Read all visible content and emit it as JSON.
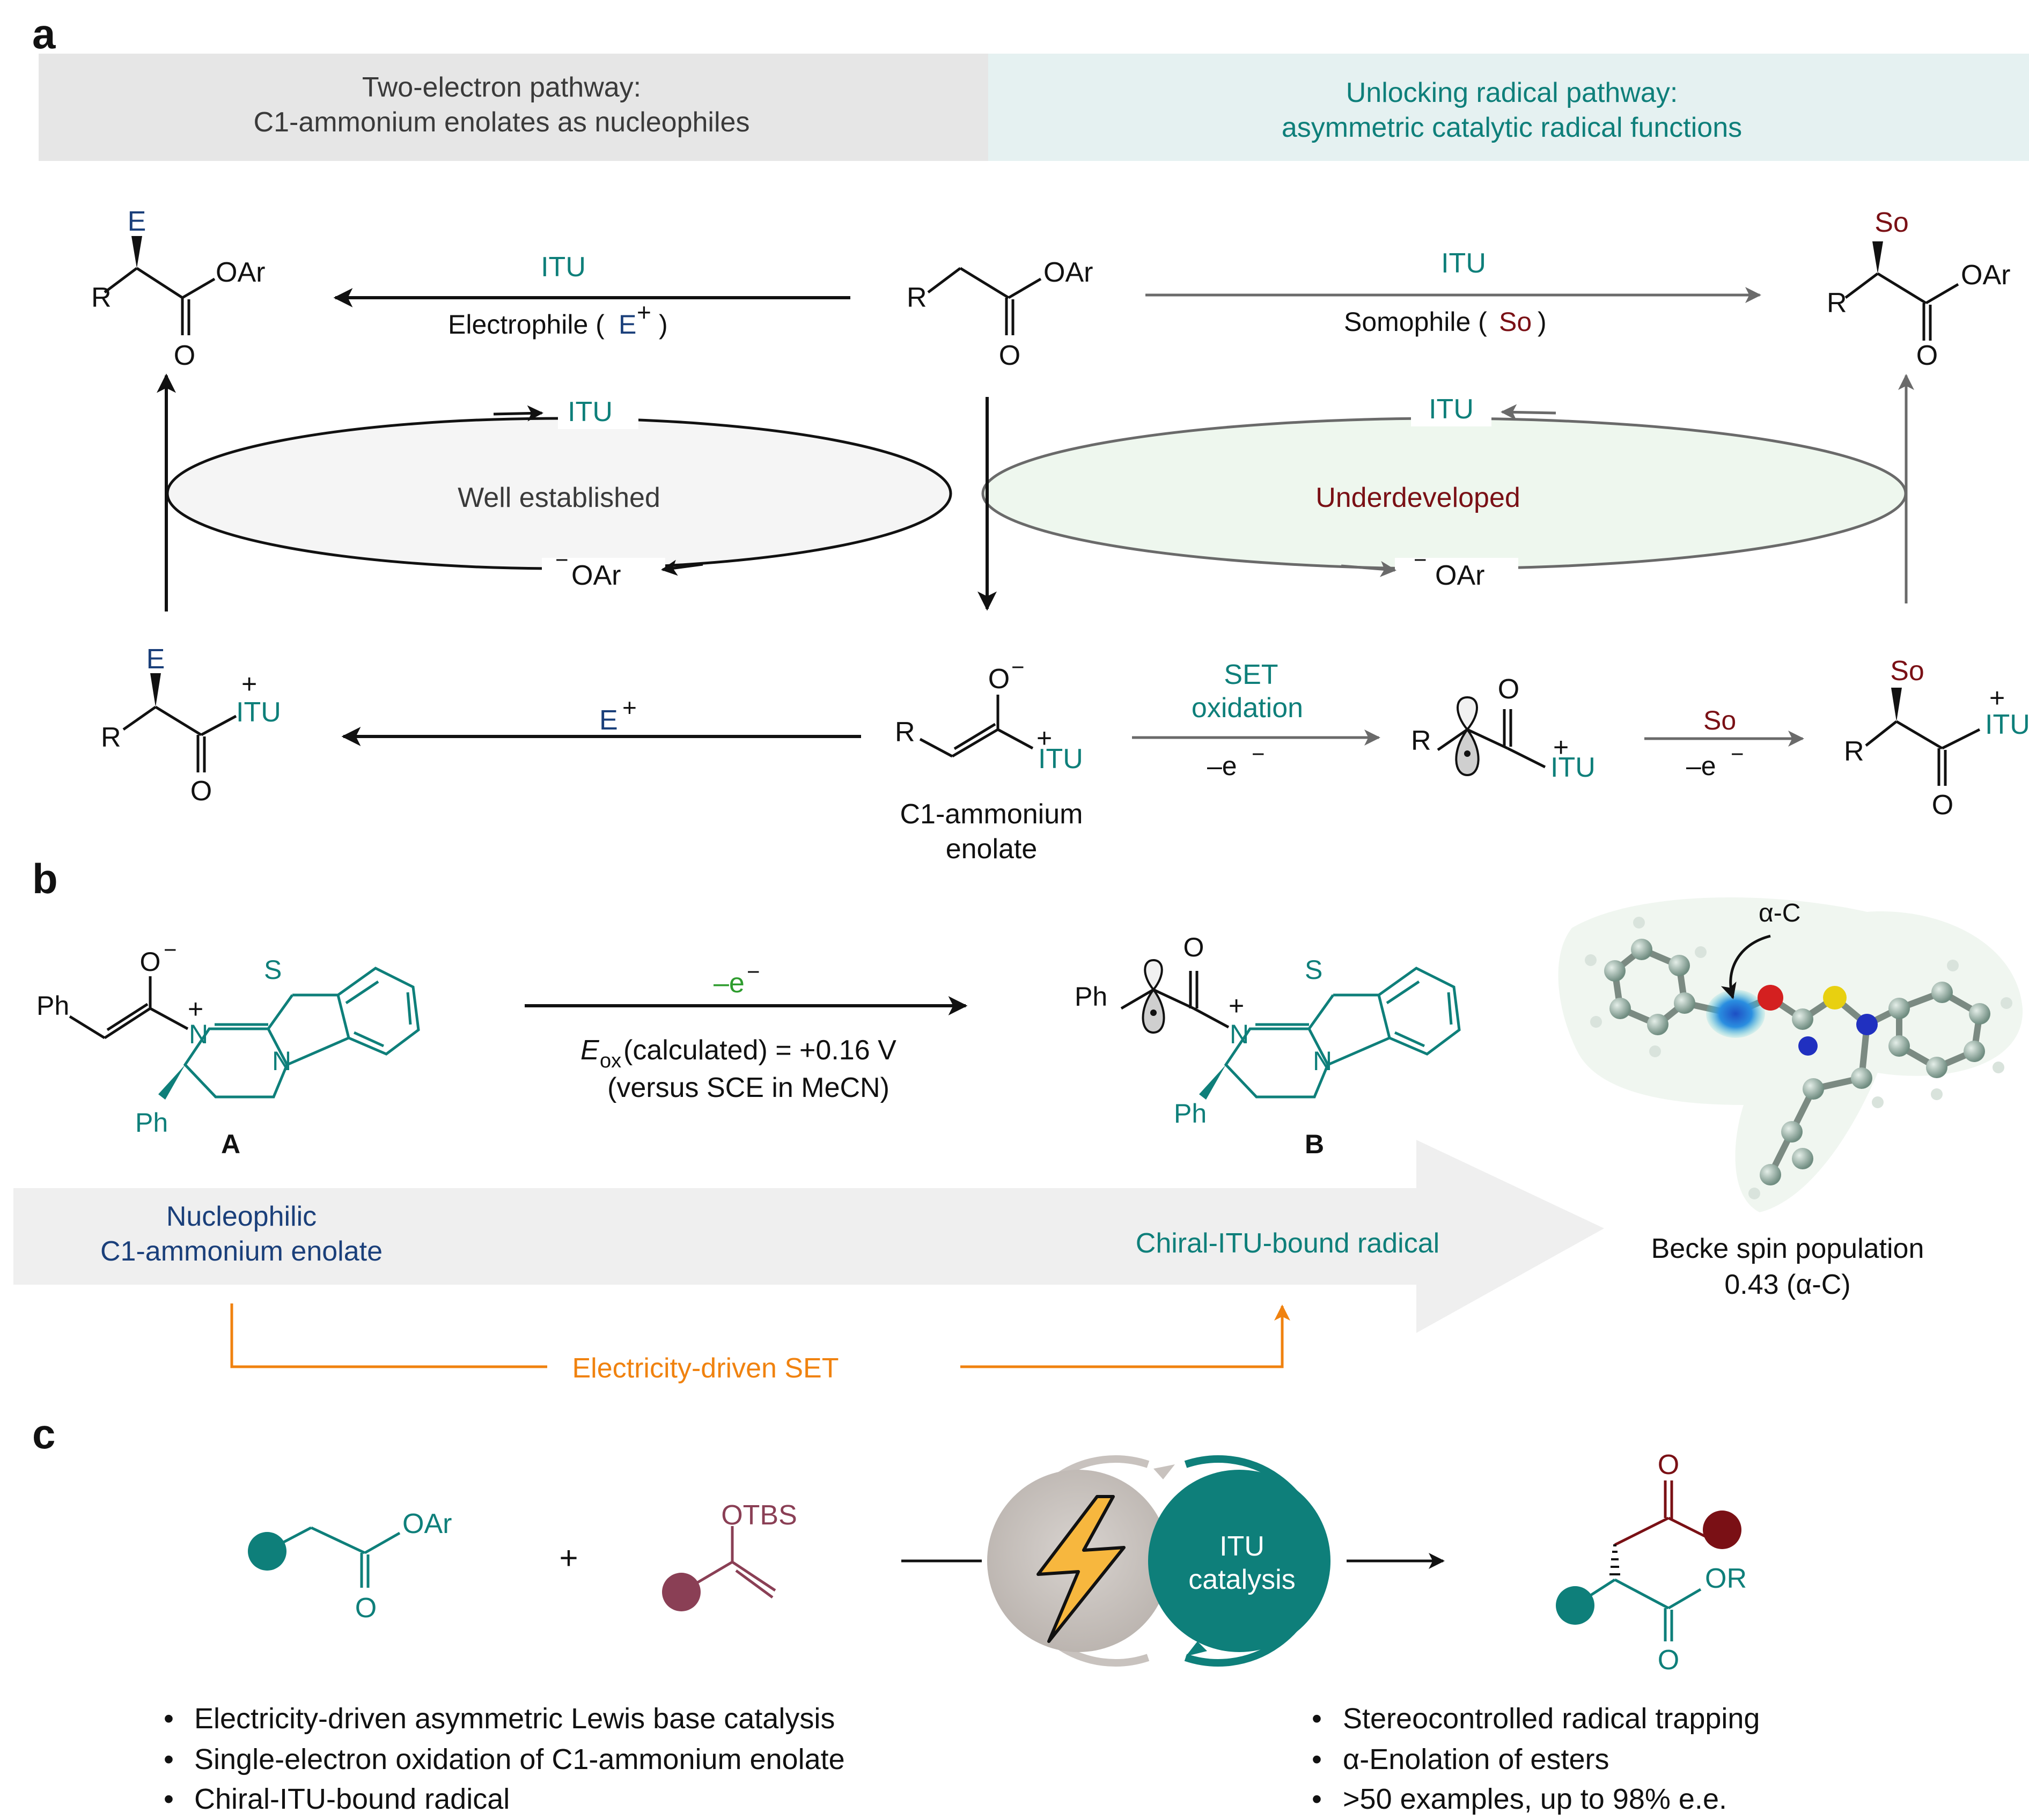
{
  "colors": {
    "teal": "#0e7f7a",
    "dark_blue": "#1a3f7a",
    "dark_red": "#7a1015",
    "orange": "#f0820f",
    "header_gray": "#e6e6e6",
    "header_mint": "#e5f1f1",
    "ellipse_green": "#eef7ee",
    "bolt_yellow": "#f7b73e",
    "substrate_purple": "#8a3f55"
  },
  "icons": [
    "lightning-bolt-icon",
    "orbital-lobe-icon",
    "spin-density-model-image"
  ],
  "panel_a": {
    "label": "a",
    "header_left": {
      "line1": "Two-electron pathway:",
      "line2": "C1-ammonium enolates as nucleophiles"
    },
    "header_right": {
      "line1": "Unlocking radical pathway:",
      "line2": "asymmetric catalytic radical functions"
    },
    "left_arrow_top": "ITU",
    "left_arrow_bottom": "Electrophile (",
    "left_arrow_E": "E",
    "left_arrow_close": ")",
    "right_arrow_top": "ITU",
    "right_arrow_bottom": "Somophile (",
    "right_arrow_So": "So",
    "right_arrow_close": ")",
    "cycle_left_ITU": "ITU",
    "cycle_left_label": "Well established",
    "cycle_left_OAr": "OAr",
    "cycle_right_ITU": "ITU",
    "cycle_right_label": "Underdeveloped",
    "cycle_right_OAr": "OAr",
    "bottom_left_arrow": "E",
    "set_label_1": "SET",
    "set_label_2": "oxidation",
    "minus_e": "–e",
    "so_label": "So",
    "minus_e_2": "–e",
    "enolate_label_1": "C1-ammonium",
    "enolate_label_2": "enolate",
    "atoms": {
      "R": "R",
      "O": "O",
      "OAr": "OAr",
      "E": "E",
      "So": "So",
      "ITU": "ITU",
      "plus": "+",
      "minus": "−"
    }
  },
  "panel_b": {
    "label": "b",
    "minus_e": "–e",
    "eox_E": "E",
    "eox_sub": "ox",
    "eox_rest": " (calculated) = +0.16 V",
    "eox_line2": "(versus SCE in MeCN)",
    "compound_A": "A",
    "compound_B": "B",
    "atoms": {
      "Ph": "Ph",
      "O": "O",
      "N": "N",
      "S": "S"
    },
    "alpha_c": "α-C",
    "band_left_1": "Nucleophilic",
    "band_left_2": "C1-ammonium enolate",
    "band_right": "Chiral-ITU-bound radical",
    "becke_1": "Becke spin  population",
    "becke_2": "0.43 (α-C)",
    "orange_label": "Electricity-driven  SET"
  },
  "panel_c": {
    "label": "c",
    "plus": "+",
    "OAr": "OAr",
    "O": "O",
    "OTBS": "OTBS",
    "OR": "OR",
    "catalysis_1": "ITU",
    "catalysis_2": "catalysis",
    "bullets_left": [
      "Electricity-driven asymmetric Lewis base catalysis",
      "Single-electron oxidation of C1-ammonium enolate",
      "Chiral-ITU-bound radical"
    ],
    "bullets_right": [
      "Stereocontrolled radical trapping",
      "α-Enolation of esters",
      ">50 examples, up to 98% e.e."
    ]
  }
}
